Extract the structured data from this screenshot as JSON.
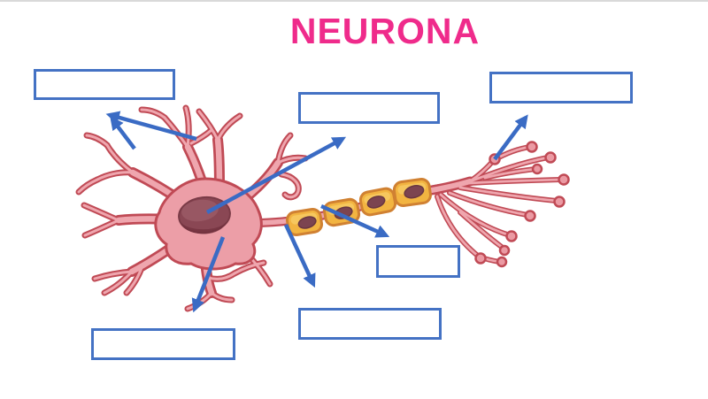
{
  "title": {
    "text": "NEURONA",
    "color": "#ef2b8b"
  },
  "colors": {
    "box_border": "#4472c4",
    "arrow_blue": "#3a6bc4",
    "neuron_outline": "#c04a55",
    "neuron_fill": "#efa6ae",
    "soma_fill": "#ec9ea7",
    "nucleus": "#8a4754",
    "myelin_fill": "#f2b441",
    "myelin_outline": "#d08132",
    "myelin_nucleus": "#7c4450"
  },
  "labels": [
    {
      "id": "top-left",
      "value": "",
      "arrow_points_to": "dendrites"
    },
    {
      "id": "top-middle",
      "value": "",
      "arrow_points_to": "nucleus"
    },
    {
      "id": "top-right",
      "value": "",
      "arrow_points_to": "axon-terminals"
    },
    {
      "id": "middle-right",
      "value": "",
      "arrow_points_to": "myelin-sheath"
    },
    {
      "id": "bottom-middle",
      "value": "",
      "arrow_points_to": "axon"
    },
    {
      "id": "bottom-left",
      "value": "",
      "arrow_points_to": "cell-body"
    }
  ]
}
